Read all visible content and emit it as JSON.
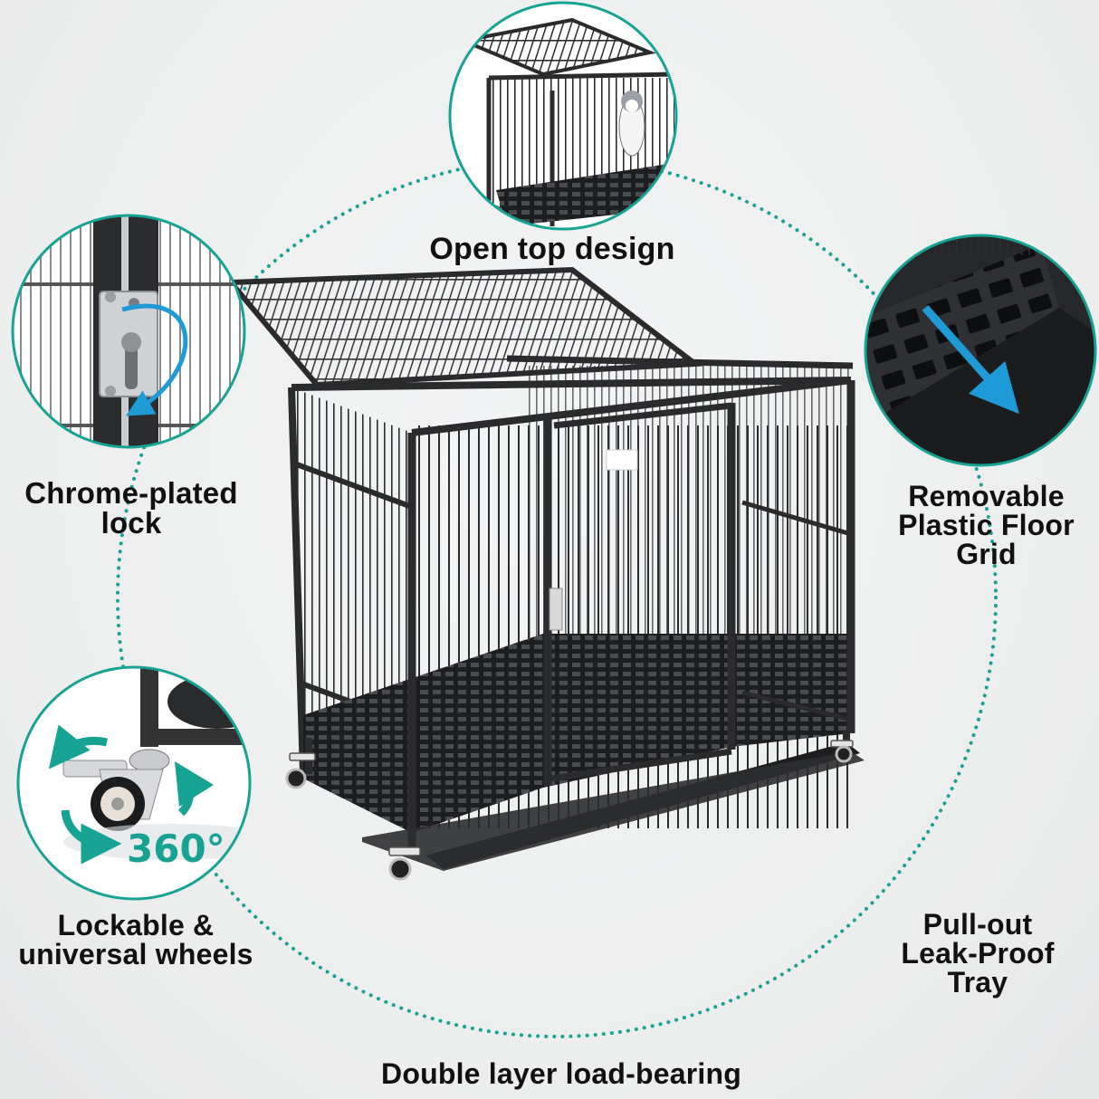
{
  "infographic": {
    "subject": "Heavy-duty dog crate with open top and wheels",
    "colors": {
      "background": "#eeeff0",
      "accent_teal": "#17a394",
      "arrow_blue": "#1e9ad6",
      "cage_frame": "#2a2b2d",
      "text": "#111111"
    },
    "features": [
      {
        "id": "open-top",
        "label": "Open top design"
      },
      {
        "id": "lock",
        "label_line1": "Chrome-plated",
        "label_line2": "lock"
      },
      {
        "id": "floor-grid",
        "label_line1": "Removable",
        "label_line2": "Plastic Floor",
        "label_line3": "Grid"
      },
      {
        "id": "wheels",
        "label_line1": "Lockable &",
        "label_line2": "universal wheels",
        "badge": "360°"
      },
      {
        "id": "tray",
        "label_line1": "Pull-out",
        "label_line2": "Leak-Proof",
        "label_line3": "Tray"
      },
      {
        "id": "double-layer",
        "label": "Double layer load-bearing"
      }
    ]
  }
}
